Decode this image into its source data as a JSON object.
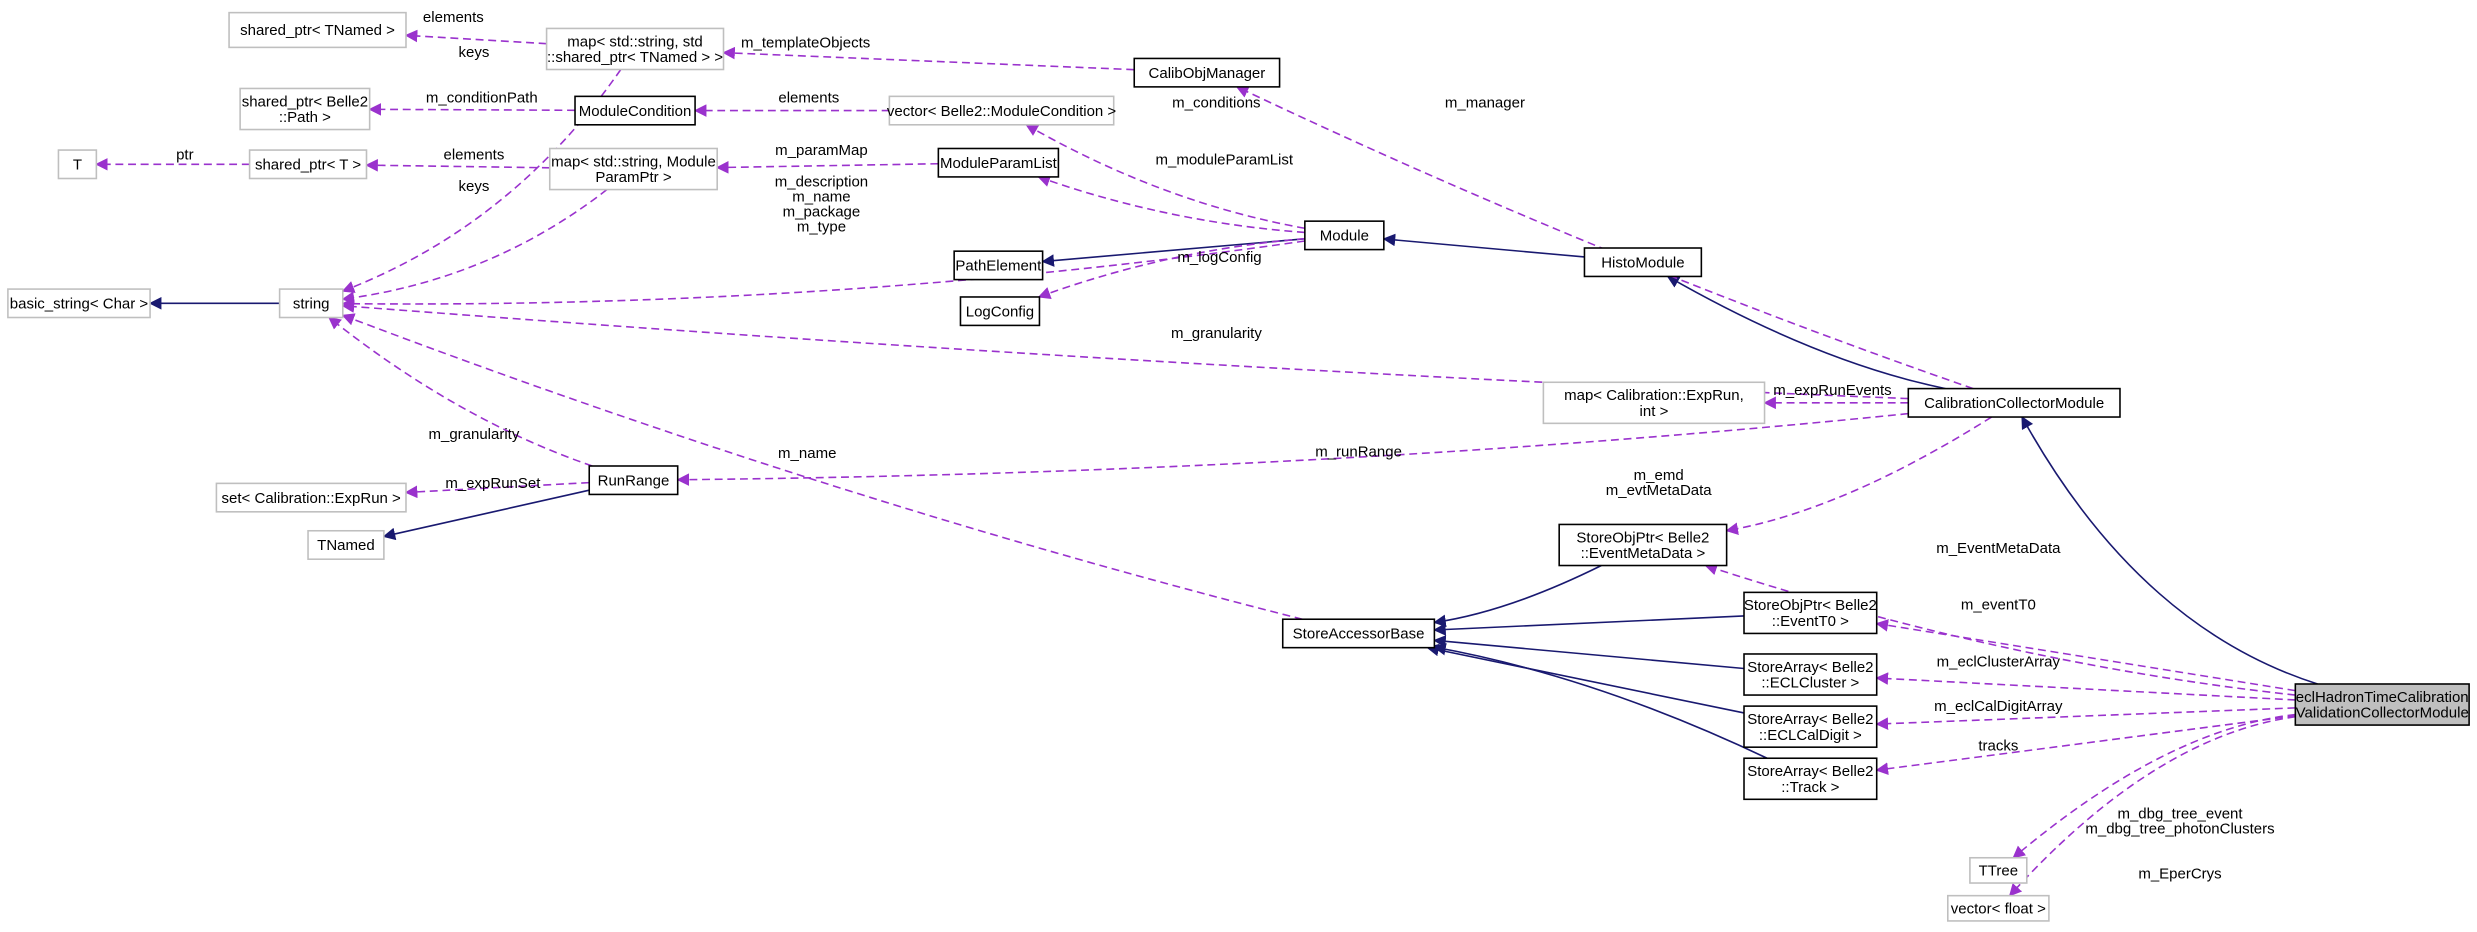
{
  "colors": {
    "usage": "#9a32cd",
    "inheritance": "#191970",
    "highlight": "#bfbfbf"
  },
  "nodes": [
    {
      "id": "sp_tnamed",
      "lines": [
        "shared_ptr< TNamed >"
      ],
      "style": "gray"
    },
    {
      "id": "map_tnamed",
      "lines": [
        "map< std::string, std",
        "::shared_ptr< TNamed > >"
      ],
      "style": "gray"
    },
    {
      "id": "calibobjmgr",
      "lines": [
        "CalibObjManager"
      ],
      "style": "black"
    },
    {
      "id": "sp_path",
      "lines": [
        "shared_ptr< Belle2",
        "::Path >"
      ],
      "style": "gray"
    },
    {
      "id": "modcond",
      "lines": [
        "ModuleCondition"
      ],
      "style": "black"
    },
    {
      "id": "vec_modcond",
      "lines": [
        "vector< Belle2::ModuleCondition >"
      ],
      "style": "gray"
    },
    {
      "id": "T",
      "lines": [
        "T"
      ],
      "style": "gray"
    },
    {
      "id": "sp_T",
      "lines": [
        "shared_ptr< T >"
      ],
      "style": "gray"
    },
    {
      "id": "map_param",
      "lines": [
        "map< std::string, Module",
        "ParamPtr >"
      ],
      "style": "gray"
    },
    {
      "id": "modparamlist",
      "lines": [
        "ModuleParamList"
      ],
      "style": "black"
    },
    {
      "id": "module",
      "lines": [
        "Module"
      ],
      "style": "black"
    },
    {
      "id": "pathelement",
      "lines": [
        "PathElement"
      ],
      "style": "black"
    },
    {
      "id": "logconfig",
      "lines": [
        "LogConfig"
      ],
      "style": "black"
    },
    {
      "id": "histomodule",
      "lines": [
        "HistoModule"
      ],
      "style": "black"
    },
    {
      "id": "basic_string",
      "lines": [
        "basic_string< Char >"
      ],
      "style": "gray"
    },
    {
      "id": "string",
      "lines": [
        "string"
      ],
      "style": "gray"
    },
    {
      "id": "ccm",
      "lines": [
        "CalibrationCollectorModule"
      ],
      "style": "black"
    },
    {
      "id": "map_exprun",
      "lines": [
        "map< Calibration::ExpRun,",
        "int >"
      ],
      "style": "gray"
    },
    {
      "id": "runrange",
      "lines": [
        "RunRange"
      ],
      "style": "black"
    },
    {
      "id": "set_exprun",
      "lines": [
        "set< Calibration::ExpRun >"
      ],
      "style": "gray"
    },
    {
      "id": "tnamed",
      "lines": [
        "TNamed"
      ],
      "style": "gray"
    },
    {
      "id": "sop_emd",
      "lines": [
        "StoreObjPtr< Belle2",
        "::EventMetaData >"
      ],
      "style": "black"
    },
    {
      "id": "sab",
      "lines": [
        "StoreAccessorBase"
      ],
      "style": "black"
    },
    {
      "id": "sop_t0",
      "lines": [
        "StoreObjPtr< Belle2",
        "::EventT0 >"
      ],
      "style": "black"
    },
    {
      "id": "sa_eclcluster",
      "lines": [
        "StoreArray< Belle2",
        "::ECLCluster >"
      ],
      "style": "black"
    },
    {
      "id": "sa_eclcaldigit",
      "lines": [
        "StoreArray< Belle2",
        "::ECLCalDigit >"
      ],
      "style": "black"
    },
    {
      "id": "sa_track",
      "lines": [
        "StoreArray< Belle2",
        "::Track >"
      ],
      "style": "black"
    },
    {
      "id": "main",
      "lines": [
        "eclHadronTimeCalibration",
        "ValidationCollectorModule"
      ],
      "style": "main"
    },
    {
      "id": "ttree",
      "lines": [
        "TTree"
      ],
      "style": "gray"
    },
    {
      "id": "vec_float",
      "lines": [
        "vector< float >"
      ],
      "style": "gray"
    }
  ],
  "edges": [
    {
      "from": "map_tnamed",
      "to": "sp_tnamed",
      "type": "usage",
      "labels": [
        "elements"
      ]
    },
    {
      "from": "map_tnamed",
      "to": "string",
      "type": "usage",
      "labels": [
        "keys"
      ]
    },
    {
      "from": "calibobjmgr",
      "to": "map_tnamed",
      "type": "usage",
      "labels": [
        "m_templateObjects"
      ]
    },
    {
      "from": "modcond",
      "to": "sp_path",
      "type": "usage",
      "labels": [
        "m_conditionPath"
      ]
    },
    {
      "from": "vec_modcond",
      "to": "modcond",
      "type": "usage",
      "labels": [
        "elements"
      ]
    },
    {
      "from": "sp_T",
      "to": "T",
      "type": "usage",
      "labels": [
        "ptr"
      ]
    },
    {
      "from": "map_param",
      "to": "sp_T",
      "type": "usage",
      "labels": [
        "elements"
      ]
    },
    {
      "from": "map_param",
      "to": "string",
      "type": "usage",
      "labels": [
        "keys"
      ]
    },
    {
      "from": "modparamlist",
      "to": "map_param",
      "type": "usage",
      "labels": [
        "m_paramMap"
      ]
    },
    {
      "from": "module",
      "to": "vec_modcond",
      "type": "usage",
      "labels": [
        "m_conditions"
      ]
    },
    {
      "from": "module",
      "to": "modparamlist",
      "type": "usage",
      "labels": [
        "m_moduleParamList"
      ]
    },
    {
      "from": "module",
      "to": "string",
      "type": "usage",
      "labels": [
        "m_description",
        "m_name",
        "m_package",
        "m_type"
      ]
    },
    {
      "from": "module",
      "to": "pathelement",
      "type": "inheritance",
      "labels": []
    },
    {
      "from": "module",
      "to": "logconfig",
      "type": "usage",
      "labels": [
        "m_logConfig"
      ]
    },
    {
      "from": "histomodule",
      "to": "module",
      "type": "inheritance",
      "labels": []
    },
    {
      "from": "string",
      "to": "basic_string",
      "type": "inheritance",
      "labels": []
    },
    {
      "from": "ccm",
      "to": "histomodule",
      "type": "inheritance",
      "labels": []
    },
    {
      "from": "ccm",
      "to": "calibobjmgr",
      "type": "usage",
      "labels": [
        "m_manager"
      ]
    },
    {
      "from": "ccm",
      "to": "string",
      "type": "usage",
      "labels": [
        "m_granularity"
      ]
    },
    {
      "from": "ccm",
      "to": "map_exprun",
      "type": "usage",
      "labels": [
        "m_expRunEvents"
      ]
    },
    {
      "from": "ccm",
      "to": "runrange",
      "type": "usage",
      "labels": [
        "m_runRange"
      ]
    },
    {
      "from": "ccm",
      "to": "sop_emd",
      "type": "usage",
      "labels": [
        "m_emd",
        "m_evtMetaData"
      ]
    },
    {
      "from": "runrange",
      "to": "string",
      "type": "usage",
      "labels": [
        "m_granularity"
      ]
    },
    {
      "from": "runrange",
      "to": "set_exprun",
      "type": "usage",
      "labels": [
        "m_expRunSet"
      ]
    },
    {
      "from": "runrange",
      "to": "tnamed",
      "type": "inheritance",
      "labels": []
    },
    {
      "from": "sab",
      "to": "string",
      "type": "usage",
      "labels": [
        "m_name"
      ]
    },
    {
      "from": "sop_emd",
      "to": "sab",
      "type": "inheritance",
      "labels": []
    },
    {
      "from": "sop_t0",
      "to": "sab",
      "type": "inheritance",
      "labels": []
    },
    {
      "from": "sa_eclcluster",
      "to": "sab",
      "type": "inheritance",
      "labels": []
    },
    {
      "from": "sa_eclcaldigit",
      "to": "sab",
      "type": "inheritance",
      "labels": []
    },
    {
      "from": "sa_track",
      "to": "sab",
      "type": "inheritance",
      "labels": []
    },
    {
      "from": "main",
      "to": "ccm",
      "type": "inheritance",
      "labels": []
    },
    {
      "from": "main",
      "to": "sop_emd",
      "type": "usage",
      "labels": [
        "m_EventMetaData"
      ]
    },
    {
      "from": "main",
      "to": "sop_t0",
      "type": "usage",
      "labels": [
        "m_eventT0"
      ]
    },
    {
      "from": "main",
      "to": "sa_eclcluster",
      "type": "usage",
      "labels": [
        "m_eclClusterArray"
      ]
    },
    {
      "from": "main",
      "to": "sa_eclcaldigit",
      "type": "usage",
      "labels": [
        "m_eclCalDigitArray"
      ]
    },
    {
      "from": "main",
      "to": "sa_track",
      "type": "usage",
      "labels": [
        "tracks"
      ]
    },
    {
      "from": "main",
      "to": "ttree",
      "type": "usage",
      "labels": [
        "m_dbg_tree_event",
        "m_dbg_tree_photonClusters"
      ]
    },
    {
      "from": "main",
      "to": "vec_float",
      "type": "usage",
      "labels": [
        "m_EperCrys"
      ]
    }
  ]
}
